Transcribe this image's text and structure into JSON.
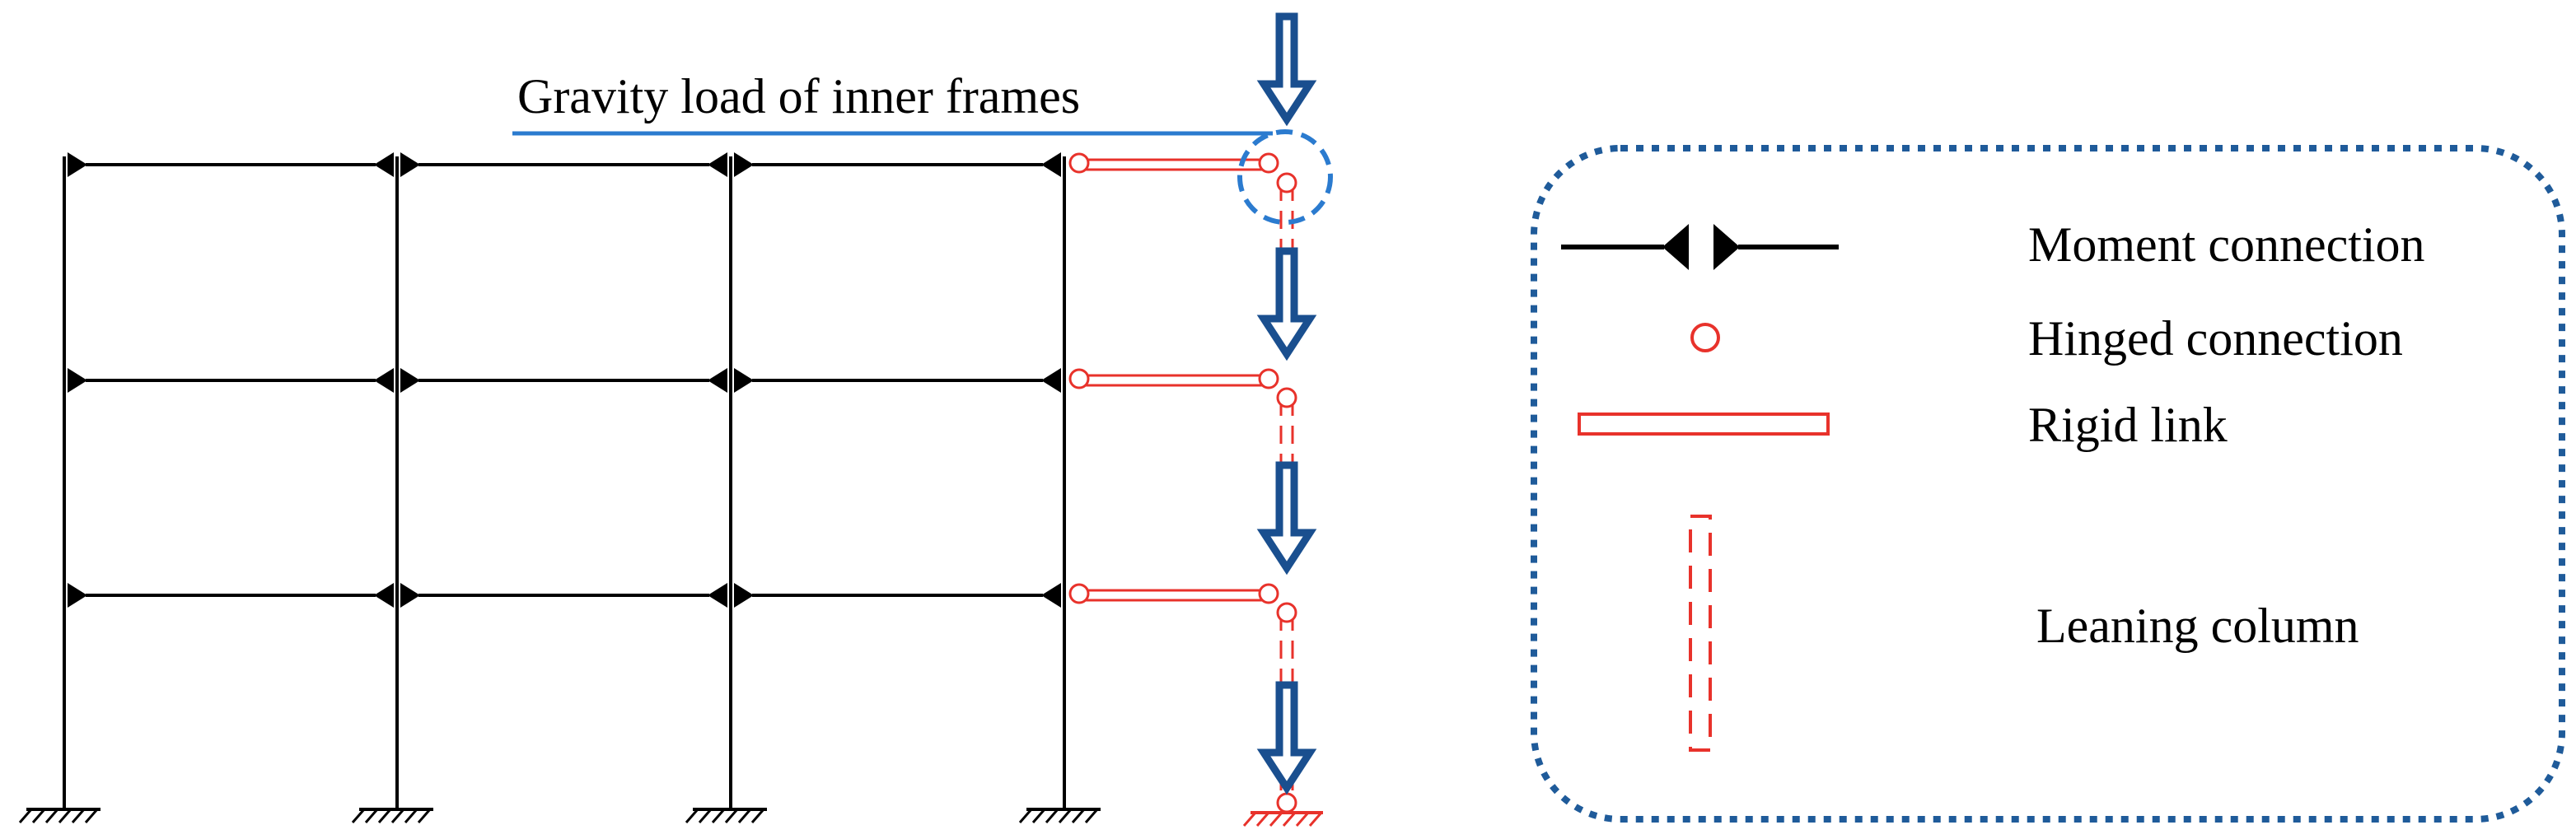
{
  "annotation": {
    "gravity_label": "Gravity load of inner frames"
  },
  "legend": {
    "items": [
      {
        "key": "moment",
        "label": "Moment connection"
      },
      {
        "key": "hinge",
        "label": "Hinged connection"
      },
      {
        "key": "rigid",
        "label": "Rigid link"
      },
      {
        "key": "leaning",
        "label": "Leaning column"
      }
    ]
  },
  "frame": {
    "bays": 3,
    "stories": 3
  },
  "colors": {
    "frame": "#000000",
    "leaning_system": "#e8322b",
    "load_arrow": "#1a4f8f",
    "label_line": "#2b7bcf",
    "legend_border": "#1f5b9a"
  }
}
